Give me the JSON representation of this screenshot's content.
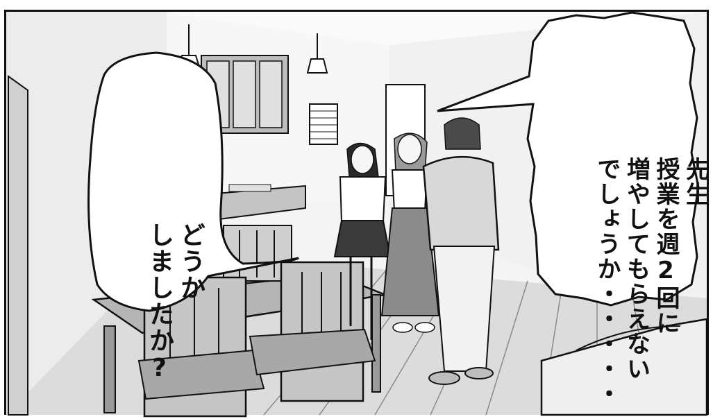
{
  "speech_bubbles": {
    "left": {
      "lines": [
        "どうか",
        "しましたか?"
      ]
    },
    "right": {
      "lines": [
        "先生",
        "授業を週2回に",
        "増やしてもらえない",
        "でしょうか・・・・・"
      ]
    }
  },
  "colors": {
    "ink": "#111111",
    "paper": "#ffffff",
    "screentone_light": "#e6e6e6",
    "screentone_mid": "#c8c8c8",
    "screentone_dark": "#9a9a9a"
  }
}
